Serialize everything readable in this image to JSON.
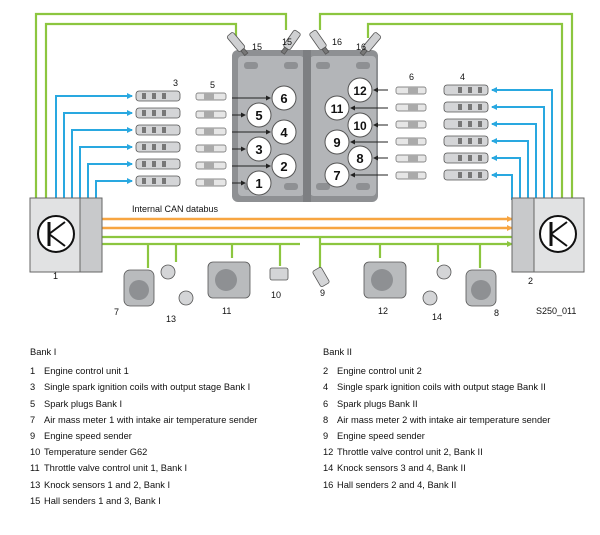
{
  "diagram": {
    "figure_id": "S250_011",
    "can_label": "Internal CAN databus",
    "callouts": {
      "c1": "1",
      "c2": "2",
      "c3": "3",
      "c4": "4",
      "c5": "5",
      "c6": "6",
      "c7": "7",
      "c8": "8",
      "c9": "9",
      "c10": "10",
      "c11": "11",
      "c12": "12",
      "c13": "13",
      "c14": "14",
      "c15a": "15",
      "c15b": "15",
      "c16a": "16",
      "c16b": "16"
    },
    "cylinders": {
      "cyl1": "1",
      "cyl2": "2",
      "cyl3": "3",
      "cyl4": "4",
      "cyl5": "5",
      "cyl6": "6",
      "cyl7": "7",
      "cyl8": "8",
      "cyl9": "9",
      "cyl10": "10",
      "cyl11": "11",
      "cyl12": "12"
    },
    "colors": {
      "green": "#8cc63f",
      "blue": "#29a8e0",
      "orange": "#f7a541",
      "engine": "#a7a9ac",
      "ecu": "#d9d9d9"
    }
  },
  "legend": {
    "bank1": {
      "title": "Bank I",
      "items": [
        {
          "num": "1",
          "text": "Engine control unit 1"
        },
        {
          "num": "3",
          "text": "Single spark ignition coils with output stage Bank I"
        },
        {
          "num": "5",
          "text": "Spark plugs Bank I"
        },
        {
          "num": "7",
          "text": "Air mass meter 1 with intake air temperature sender"
        },
        {
          "num": "9",
          "text": "Engine speed sender"
        },
        {
          "num": "10",
          "text": "Temperature sender G62"
        },
        {
          "num": "11",
          "text": "Throttle valve control unit 1, Bank I"
        },
        {
          "num": "13",
          "text": "Knock sensors 1 and 2, Bank I"
        },
        {
          "num": "15",
          "text": "Hall senders 1 and 3, Bank I"
        }
      ]
    },
    "bank2": {
      "title": "Bank II",
      "items": [
        {
          "num": "2",
          "text": "Engine control unit 2"
        },
        {
          "num": "4",
          "text": "Single spark ignition coils with output stage Bank II"
        },
        {
          "num": "6",
          "text": "Spark plugs Bank II"
        },
        {
          "num": "8",
          "text": "Air mass meter 2 with intake air temperature sender"
        },
        {
          "num": "9",
          "text": "Engine speed sender"
        },
        {
          "num": "12",
          "text": "Throttle valve control unit 2, Bank II"
        },
        {
          "num": "14",
          "text": "Knock sensors 3 and 4, Bank II"
        },
        {
          "num": "16",
          "text": "Hall senders 2 and 4, Bank II"
        }
      ]
    }
  }
}
